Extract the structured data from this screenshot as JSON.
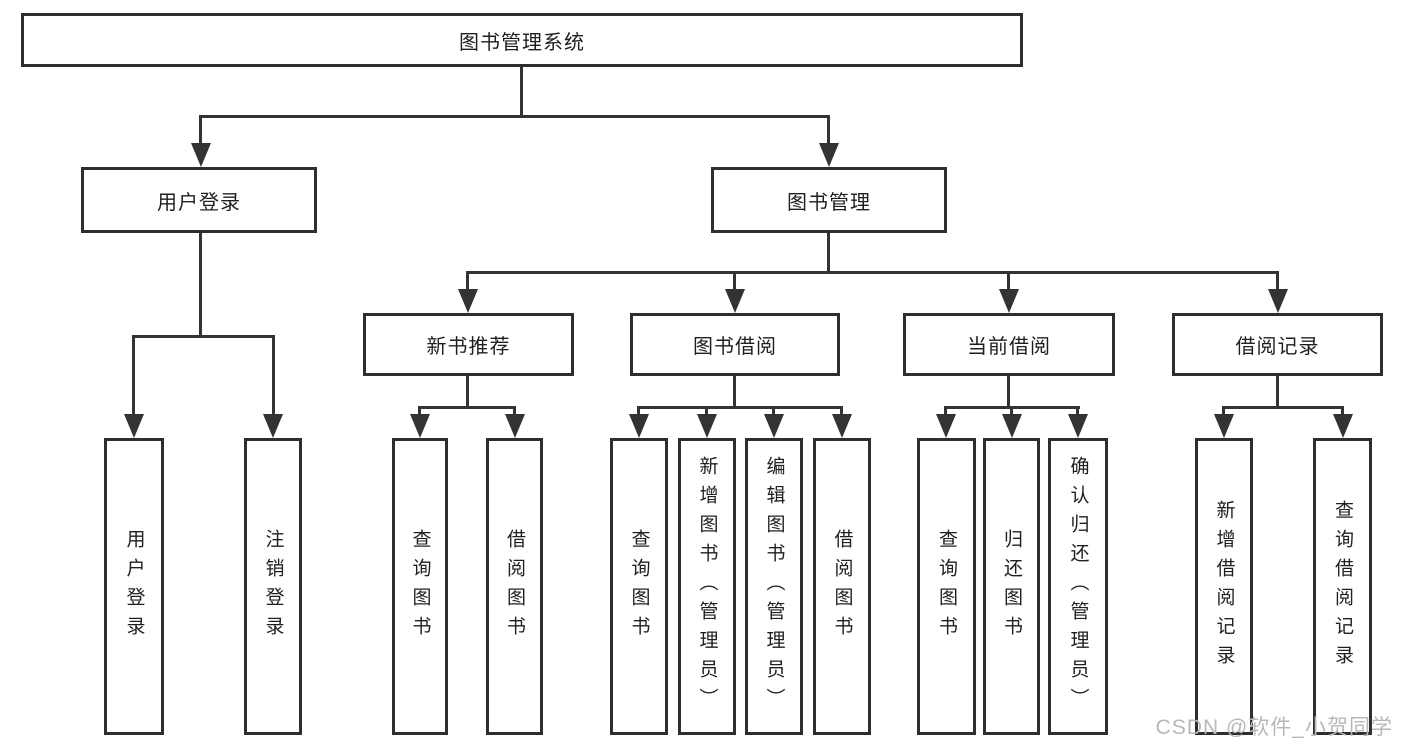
{
  "tree": {
    "root": {
      "label": "图书管理系统"
    },
    "branches": [
      {
        "label": "用户登录",
        "children": [
          {
            "label": "用户登录"
          },
          {
            "label": "注销登录"
          }
        ]
      },
      {
        "label": "图书管理",
        "sections": [
          {
            "label": "新书推荐",
            "children": [
              {
                "label": "查询图书"
              },
              {
                "label": "借阅图书"
              }
            ]
          },
          {
            "label": "图书借阅",
            "children": [
              {
                "label": "查询图书"
              },
              {
                "label": "新增图书（管理员）"
              },
              {
                "label": "编辑图书（管理员）"
              },
              {
                "label": "借阅图书"
              }
            ]
          },
          {
            "label": "当前借阅",
            "children": [
              {
                "label": "查询图书"
              },
              {
                "label": "归还图书"
              },
              {
                "label": "确认归还（管理员）"
              }
            ]
          },
          {
            "label": "借阅记录",
            "children": [
              {
                "label": "新增借阅记录"
              },
              {
                "label": "查询借阅记录"
              }
            ]
          }
        ]
      }
    ]
  },
  "watermark": {
    "text": "CSDN @软件_小贺同学",
    "color": "#b8b8b8"
  },
  "colors": {
    "line": "#333333",
    "box_border": "#2e2e2e",
    "text": "#1f1f1f",
    "background": "#ffffff"
  }
}
